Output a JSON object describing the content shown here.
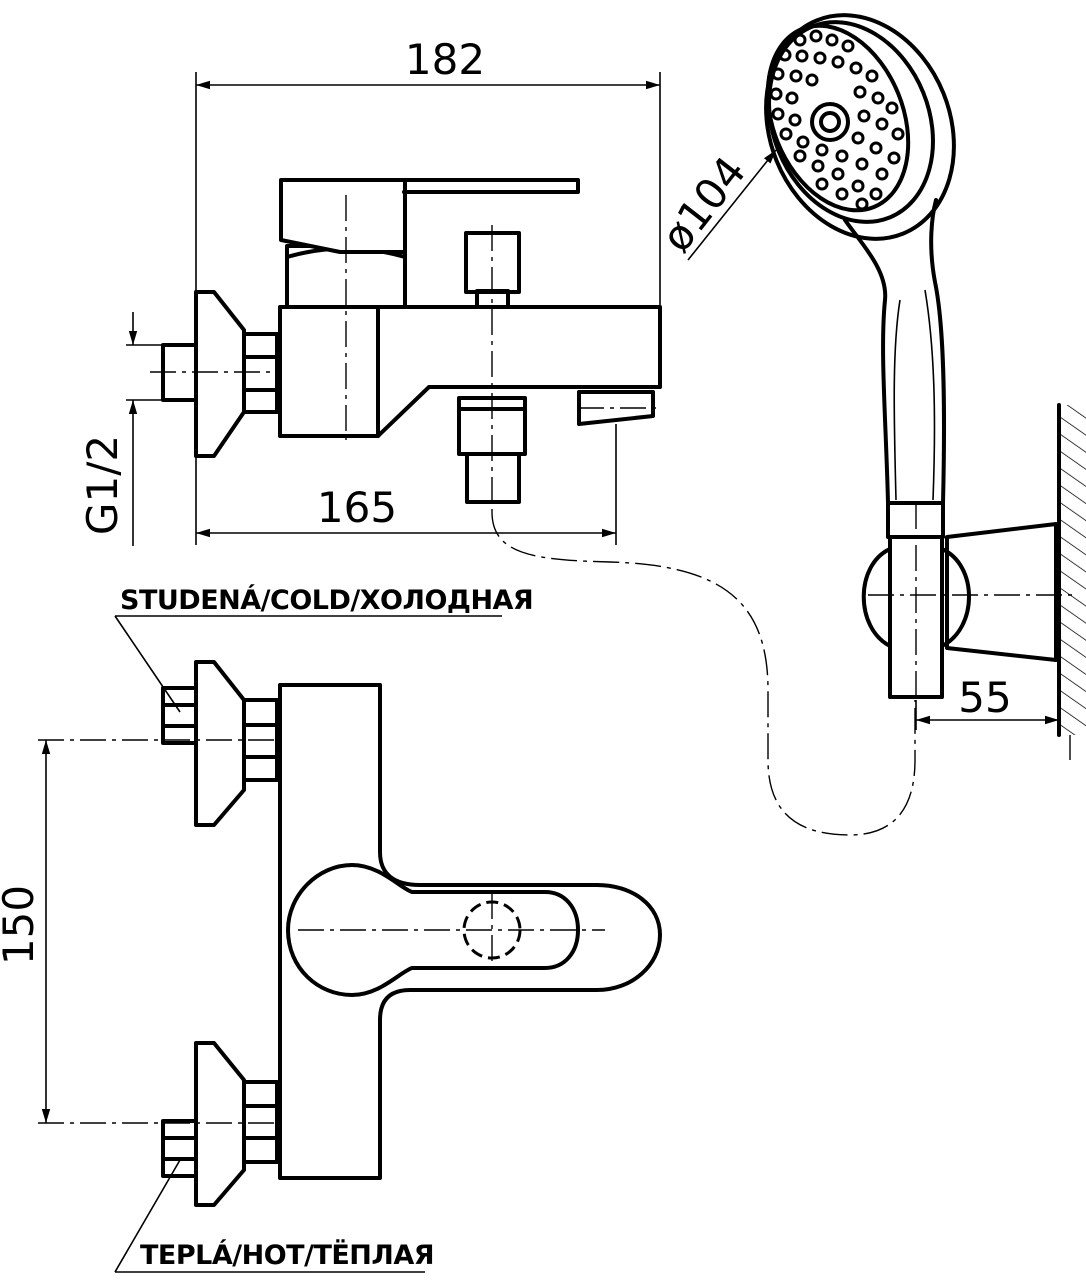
{
  "dimensions": {
    "top_width": "182",
    "bottom_width": "165",
    "thread": "G1/2",
    "head_diameter": "ø104",
    "holder_depth": "55",
    "inlet_spacing": "150"
  },
  "labels": {
    "cold": "STUDENÁ/COLD/ХОЛОДНАЯ",
    "hot": "TEPLÁ/HOT/ТЁПЛАЯ"
  },
  "colors": {
    "line": "#000000",
    "background": "#ffffff"
  }
}
